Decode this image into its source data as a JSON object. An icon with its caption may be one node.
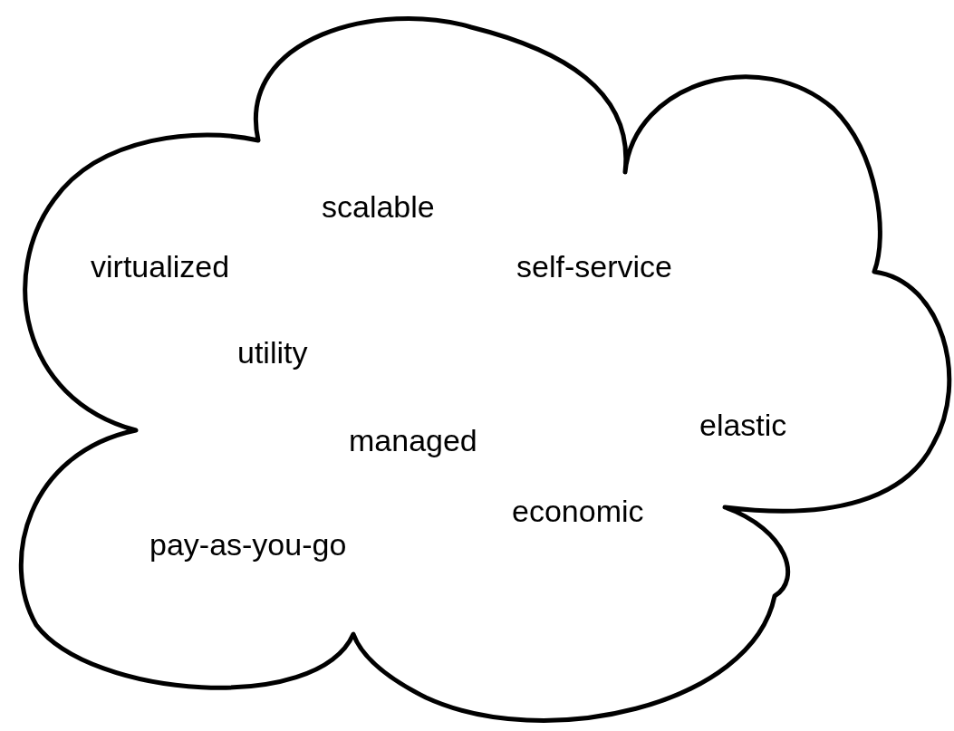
{
  "diagram": {
    "nodes": [
      {
        "text": [
          "scalable",
          "virtualized",
          "self-service",
          "utility",
          "elastic",
          "managed",
          "economic",
          "pay-as-you-go"
        ]
      }
    ]
  }
}
